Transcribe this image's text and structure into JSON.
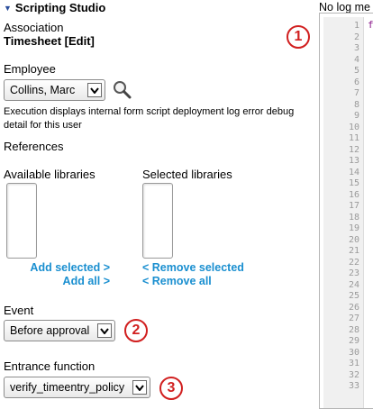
{
  "section": {
    "title": "Scripting Studio"
  },
  "association": {
    "label": "Association",
    "value": "Timesheet [Edit]"
  },
  "employee": {
    "label": "Employee",
    "selected": "Collins, Marc",
    "help": "Execution displays internal form script deployment log error debug detail for this user"
  },
  "references": {
    "label": "References",
    "available_label": "Available libraries",
    "selected_label": "Selected libraries",
    "add_selected": "Add selected >",
    "add_all": "Add all >",
    "remove_selected": "< Remove selected",
    "remove_all": "< Remove all"
  },
  "event": {
    "label": "Event",
    "selected": "Before approval"
  },
  "entrance": {
    "label": "Entrance function",
    "selected": "verify_timeentry_policy"
  },
  "log": {
    "header": "No log me",
    "first_code_char": "f"
  },
  "badges": [
    "1",
    "2",
    "3"
  ],
  "line_numbers": [
    "1",
    "2",
    "3",
    "4",
    "5",
    "6",
    "7",
    "8",
    "9",
    "10",
    "11",
    "12",
    "13",
    "14",
    "15",
    "16",
    "17",
    "18",
    "19",
    "20",
    "21",
    "22",
    "23",
    "24",
    "25",
    "26",
    "27",
    "28",
    "29",
    "30",
    "31",
    "32",
    "33"
  ],
  "colors": {
    "badge": "#d11f1f",
    "link": "#1a8fd0",
    "code": "#8b1a8b"
  }
}
